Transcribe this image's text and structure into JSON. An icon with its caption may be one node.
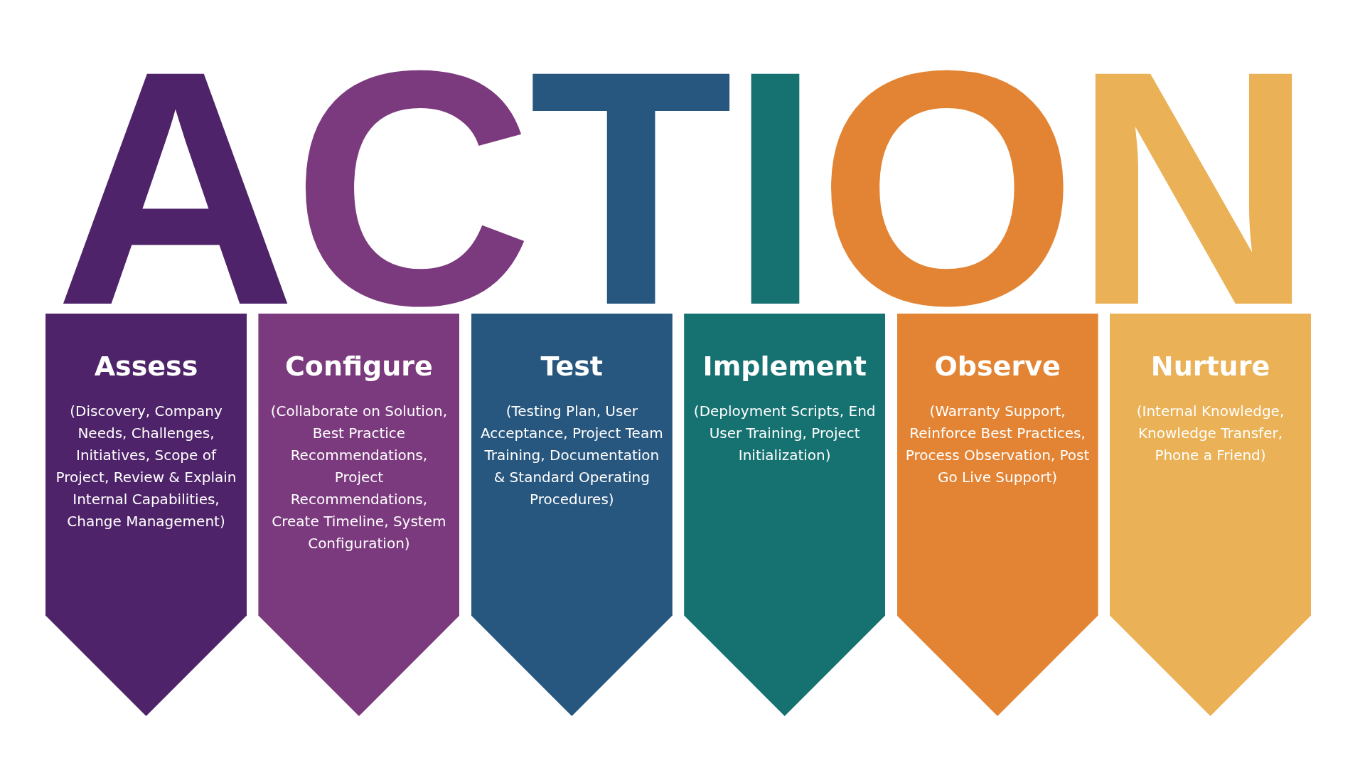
{
  "diagram": {
    "nodes": [
      {
        "text": [
          "Assess",
          "(Discovery, Company Needs, Challenges, Initiatives, Scope of Project, Review & Explain Internal Capabilities, Change Management)"
        ]
      },
      {
        "text": [
          "Configure",
          "(Collaborate on Solution, Best Practice Recommendations, Project Recommendations, Create Timeline, System Configuration)"
        ]
      },
      {
        "text": [
          "Test",
          "(Testing Plan, User Acceptance, Project Team Training, Documentation & Standard Operating Procedures)"
        ]
      },
      {
        "text": [
          "Implement",
          "(Deployment Scripts, End User Training, Project Initialization)"
        ]
      },
      {
        "text": [
          "Observe",
          "(Warranty Support, Reinforce Best Practices, Process Observation, Post Go Live Support)"
        ]
      },
      {
        "text": [
          "Nurture",
          "(Internal Knowledge, Knowledge Transfer, Phone a Friend)"
        ]
      }
    ],
    "edges": [],
    "labels": [
      "A",
      "C",
      "T",
      "I",
      "O",
      "N"
    ]
  }
}
